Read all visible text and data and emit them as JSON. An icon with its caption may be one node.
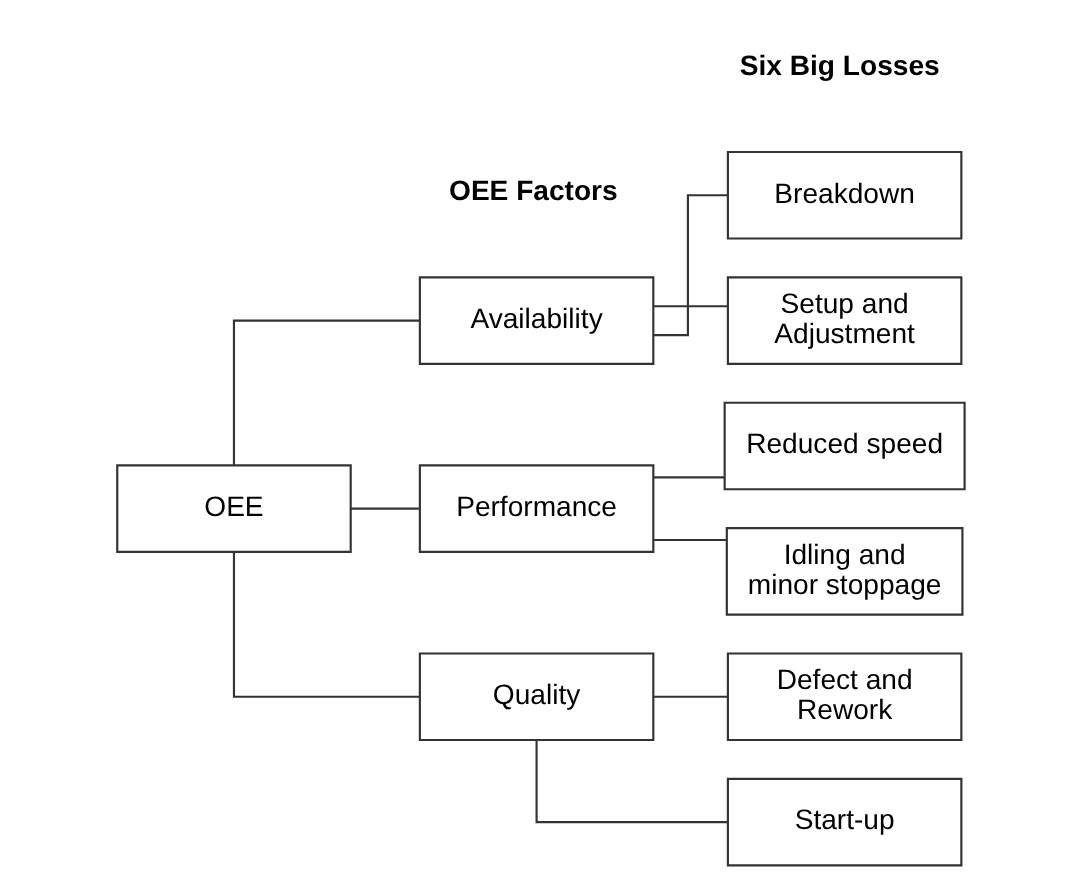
{
  "diagram": {
    "nodes": [
      {
        "text": [
          "OEE"
        ]
      },
      {
        "text": [
          "Availability"
        ]
      },
      {
        "text": [
          "Performance"
        ]
      },
      {
        "text": [
          "Quality"
        ]
      },
      {
        "text": [
          "Breakdown"
        ]
      },
      {
        "text": [
          "Setup and Adjustment"
        ]
      },
      {
        "text": [
          "Reduced speed"
        ]
      },
      {
        "text": [
          "Idling and minor stoppage"
        ]
      },
      {
        "text": [
          "Defect and Rework"
        ]
      },
      {
        "text": [
          "Start-up"
        ]
      }
    ],
    "edges": [
      {
        "from": 0,
        "to": 1,
        "arrow": "none"
      },
      {
        "from": 0,
        "to": 2,
        "arrow": "none"
      },
      {
        "from": 0,
        "to": 3,
        "arrow": "none"
      },
      {
        "from": 1,
        "to": 4,
        "arrow": "none"
      },
      {
        "from": 1,
        "to": 5,
        "arrow": "none"
      },
      {
        "from": 2,
        "to": 6,
        "arrow": "none"
      },
      {
        "from": 2,
        "to": 7,
        "arrow": "none"
      },
      {
        "from": 3,
        "to": 8,
        "arrow": "none"
      },
      {
        "from": 3,
        "to": 9,
        "arrow": "none"
      }
    ],
    "labels": [
      "OEE Factors",
      "Six Big Losses"
    ]
  }
}
